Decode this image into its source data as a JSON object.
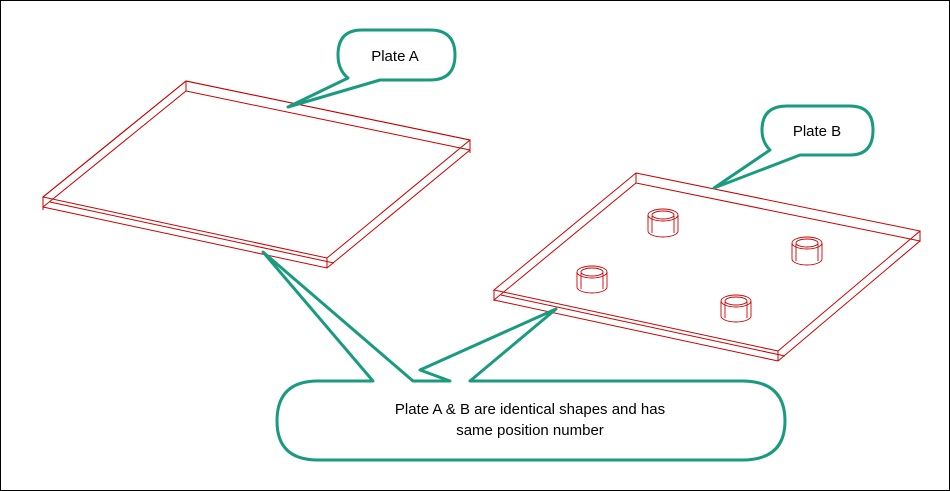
{
  "callouts": {
    "plate_a": "Plate A",
    "plate_b": "Plate B",
    "note_line1": "Plate A & B are identical shapes and has",
    "note_line2": "same position number"
  },
  "colors": {
    "outline": "#cc0000",
    "callout_border": "#1a9b80",
    "frame": "#000000"
  }
}
